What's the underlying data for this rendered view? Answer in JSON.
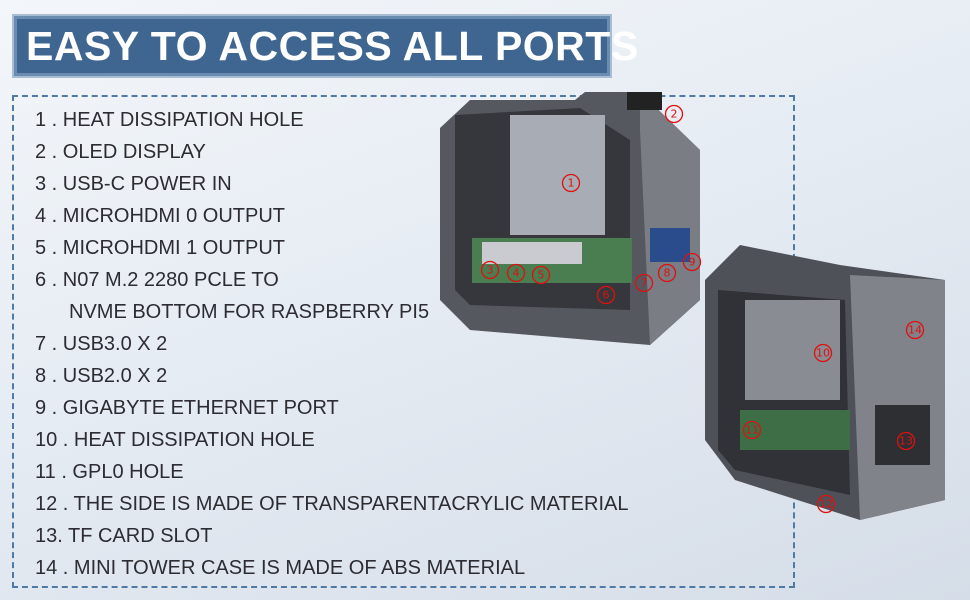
{
  "title": "EASY TO ACCESS ALL PORTS",
  "features": [
    "1 . HEAT DISSIPATION HOLE",
    "2 . OLED DISPLAY",
    "3 . USB-C POWER IN",
    "4 . MICROHDMI 0 OUTPUT",
    "5 . MICROHDMI 1 OUTPUT",
    "6 . N07 M.2 2280 PCLE TO",
    "NVME BOTTOM FOR RASPBERRY PI5",
    "7 . USB3.0 X 2",
    "8 . USB2.0 X 2",
    "9 . GIGABYTE ETHERNET PORT",
    "10 . HEAT DISSIPATION HOLE",
    "11 . GPL0 HOLE",
    "12 . THE SIDE IS MADE OF TRANSPARENTACRYLIC MATERIAL",
    "13. TF CARD SLOT",
    "14 . MINI TOWER CASE IS MADE OF ABS MATERIAL"
  ],
  "callouts": [
    "1",
    "2",
    "3",
    "4",
    "5",
    "6",
    "7",
    "8",
    "9",
    "10",
    "11",
    "12",
    "13",
    "14"
  ],
  "colors": {
    "banner": "#3f6690",
    "callout": "#e01010",
    "case": "#5f6268",
    "dashed_border": "#4f7aa6"
  }
}
